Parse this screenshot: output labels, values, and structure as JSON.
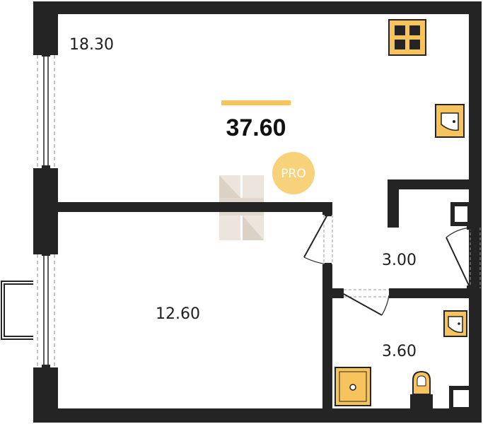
{
  "plan": {
    "total_area": "37.60",
    "badge": "PRO",
    "rooms": [
      {
        "id": "living",
        "area": "18.30"
      },
      {
        "id": "bedroom",
        "area": "12.60"
      },
      {
        "id": "hall",
        "area": "3.00"
      },
      {
        "id": "bathroom",
        "area": "3.60"
      }
    ]
  },
  "colors": {
    "wall": "#242424",
    "fixture": "#f7c35c",
    "accent_bar": "#f7c35c",
    "badge": "#f8d27a",
    "watermark": "#e3dcd3",
    "background": "#ffffff"
  },
  "icons": [
    "stove-icon",
    "kitchen-sink-icon",
    "bathroom-sink-icon",
    "shower-tray-icon",
    "toilet-icon",
    "watermark-logo"
  ]
}
